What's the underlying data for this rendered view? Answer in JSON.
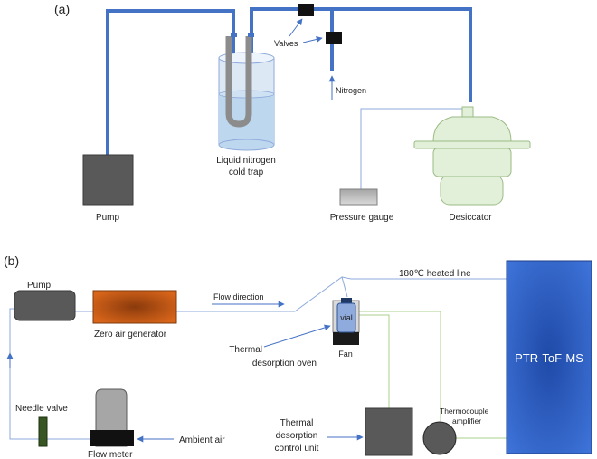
{
  "panel_a": {
    "tag": "(a)",
    "labels": {
      "valves": "Valves",
      "nitrogen": "Nitrogen",
      "cold_trap_line1": "Liquid nitrogen",
      "cold_trap_line2": "cold trap",
      "pump": "Pump",
      "pressure_gauge": "Pressure gauge",
      "desiccator": "Desiccator"
    }
  },
  "panel_b": {
    "tag": "(b)",
    "labels": {
      "pump": "Pump",
      "zero_air": "Zero air generator",
      "flow_direction": "Flow direction",
      "heated_line": "180℃ heated line",
      "ptr": "PTR-ToF-MS",
      "vial": "vial",
      "fan": "Fan",
      "oven_line1": "Thermal",
      "oven_line2": "desorption oven",
      "needle_valve": "Needle valve",
      "flow_meter": "Flow meter",
      "ambient_air": "Ambient air",
      "control_line1": "Thermal",
      "control_line2": "desorption",
      "control_line3": "control unit",
      "thermo_line1": "Thermocouple",
      "thermo_line2": "amplifier"
    }
  },
  "colors": {
    "tube_blue": "#4472c4",
    "thin_line_blue": "#8faadc",
    "wire_green": "#a9d18e",
    "pump_gray": "#555555",
    "cold_trap_fill": "#bdd7ee",
    "desiccator_fill": "#e2f0d9",
    "gauge_fill": "#bfbfbf",
    "zero_air_orange": "#c55a11",
    "ptr_blue": "#2f5fc4",
    "needle_green": "#375623"
  }
}
